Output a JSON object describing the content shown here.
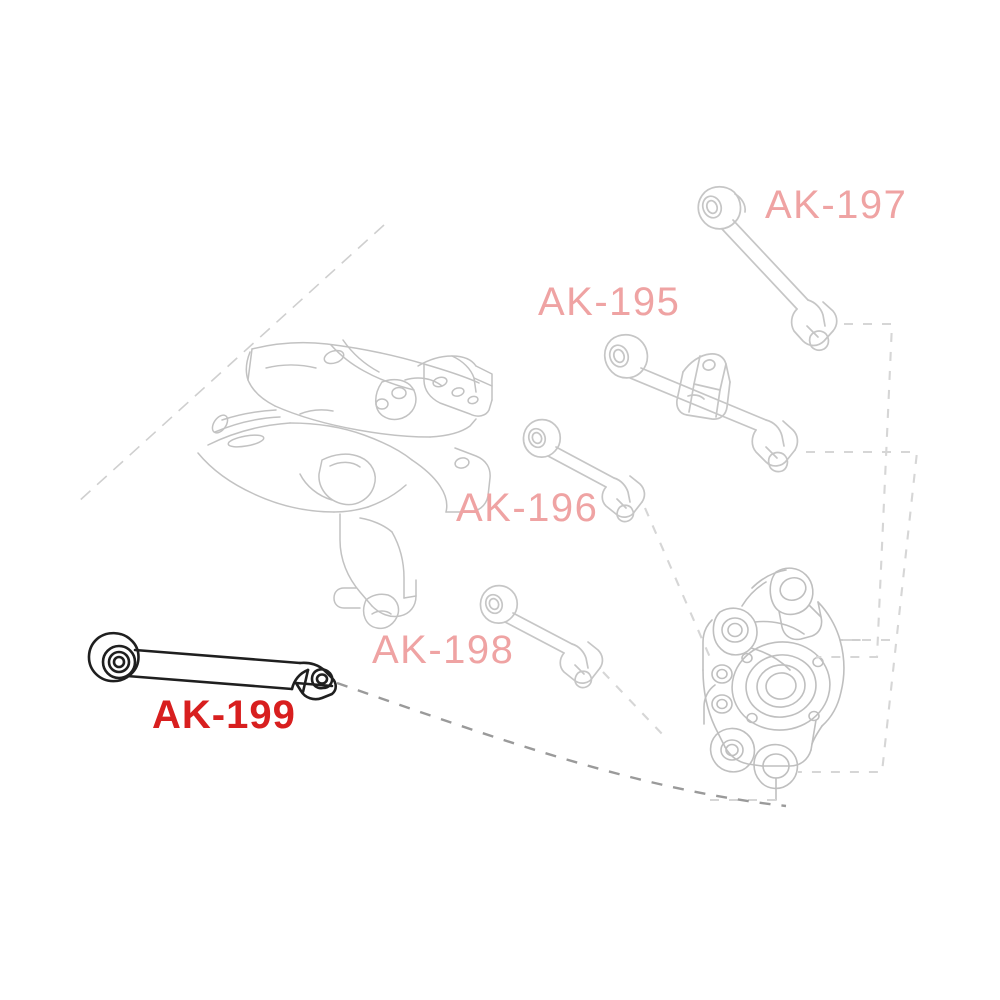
{
  "diagram": {
    "title": "Rear Suspension Control Arm Exploded Diagram",
    "background_color": "#ffffff",
    "line_color_dim": "#c9c9c9",
    "line_color_mid": "#b5b5b5",
    "line_color_highlight": "#1a1a1a",
    "leader_color_dim": "#d4d4d4",
    "leader_color_highlight": "#8c8c8c"
  },
  "labels": {
    "ak197": {
      "text": "AK-197",
      "color": "#efa3a3",
      "state": "dimmed"
    },
    "ak195": {
      "text": "AK-195",
      "color": "#efa3a3",
      "state": "dimmed"
    },
    "ak196": {
      "text": "AK-196",
      "color": "#efa3a3",
      "state": "dimmed"
    },
    "ak198": {
      "text": "AK-198",
      "color": "#efa3a3",
      "state": "dimmed"
    },
    "ak199": {
      "text": "AK-199",
      "color": "#d81f1f",
      "state": "highlighted"
    }
  },
  "parts": {
    "subframe": {
      "name": "rear-subframe",
      "state": "dimmed"
    },
    "knuckle": {
      "name": "rear-knuckle",
      "state": "dimmed"
    },
    "ak197_arm": {
      "name": "toe-link-arm",
      "state": "dimmed"
    },
    "ak195_arm": {
      "name": "trailing-arm",
      "state": "dimmed"
    },
    "ak196_arm": {
      "name": "camber-arm-upper",
      "state": "dimmed"
    },
    "ak198_arm": {
      "name": "camber-arm-lower",
      "state": "dimmed"
    },
    "ak199_arm": {
      "name": "lateral-link-arm",
      "state": "highlighted"
    }
  }
}
